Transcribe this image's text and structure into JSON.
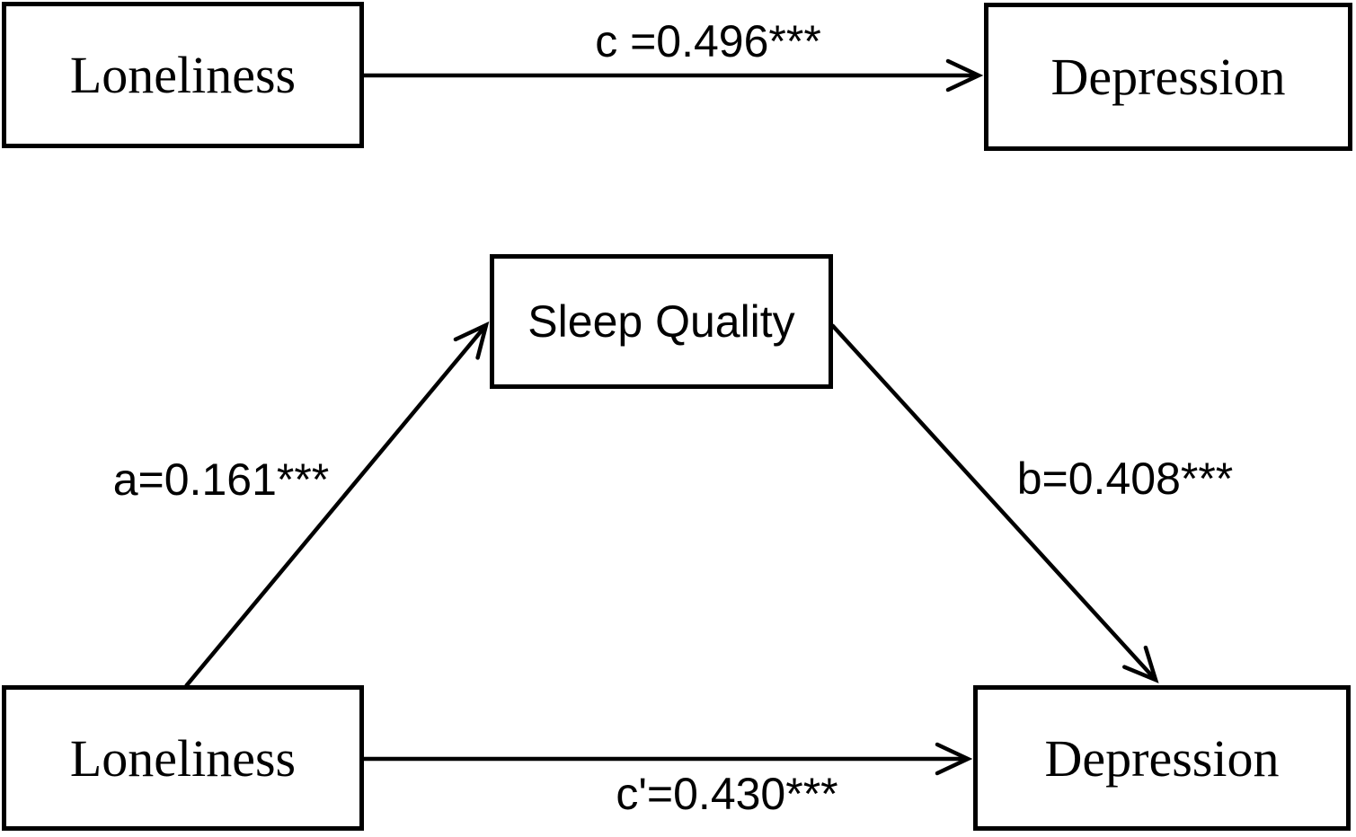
{
  "figure": {
    "type": "mediation-path-diagram",
    "background_color": "#ffffff",
    "line_color": "#000000",
    "text_color": "#000000"
  },
  "total_effect_model": {
    "predictor": "Loneliness",
    "outcome": "Depression",
    "path_c_label": "c =0.496***"
  },
  "mediation_model": {
    "predictor": "Loneliness",
    "mediator": "Sleep Quality",
    "outcome": "Depression",
    "path_a_label": "a=0.161***",
    "path_b_label": "b=0.408***",
    "path_c_prime_label": "c'=0.430***"
  },
  "edges": [
    {
      "from": "Loneliness",
      "to": "Depression",
      "label": "c =0.496***",
      "model": "total-effect"
    },
    {
      "from": "Loneliness",
      "to": "Sleep Quality",
      "label": "a=0.161***",
      "model": "mediation"
    },
    {
      "from": "Sleep Quality",
      "to": "Depression",
      "label": "b=0.408***",
      "model": "mediation"
    },
    {
      "from": "Loneliness",
      "to": "Depression",
      "label": "c'=0.430***",
      "model": "mediation"
    }
  ]
}
